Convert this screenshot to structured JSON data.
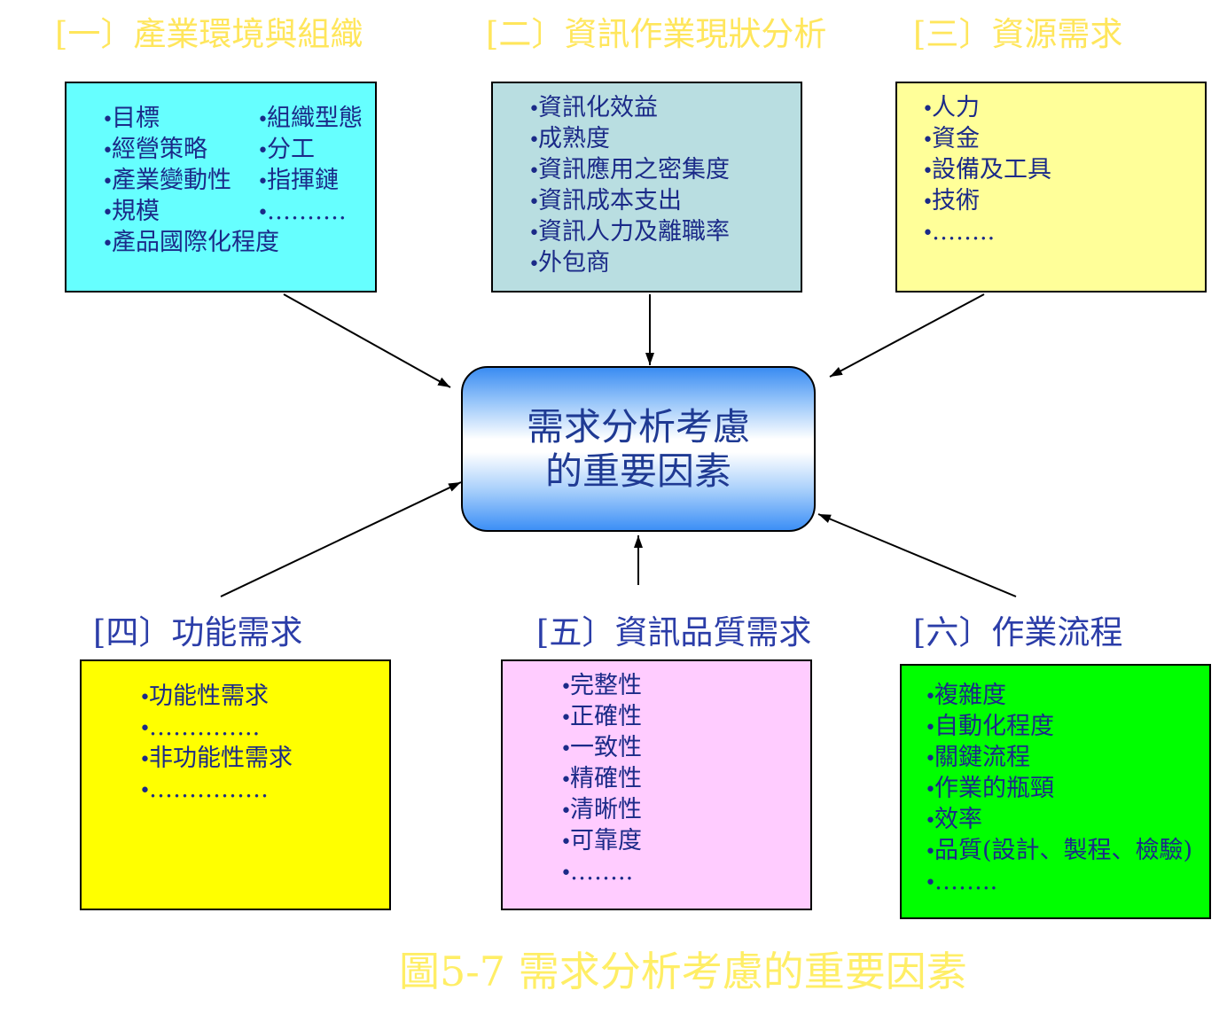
{
  "diagram": {
    "center": {
      "lines": [
        "需求分析考慮",
        "的重要因素"
      ]
    },
    "caption": "圖5-7 需求分析考慮的重要因素",
    "categories": [
      {
        "heading": "[一〕產業環境與組織",
        "fill": "#66FFFF",
        "columns": [
          [
            "目標",
            "經營策略",
            "產業變動性",
            "規模",
            "產品國際化程度"
          ],
          [
            "組織型態",
            "分工",
            "指揮鏈",
            "………."
          ]
        ]
      },
      {
        "heading": "[二〕資訊作業現狀分析",
        "fill": "#B9DEE1",
        "columns": [
          [
            "資訊化效益",
            "成熟度",
            "資訊應用之密集度",
            "資訊成本支出",
            "資訊人力及離職率",
            "外包商"
          ]
        ]
      },
      {
        "heading": "[三〕資源需求",
        "fill": "#FFFF99",
        "columns": [
          [
            "人力",
            "資金",
            "設備及工具",
            "技術",
            "…….."
          ]
        ]
      },
      {
        "heading": "[四〕功能需求",
        "fill": "#FFFF00",
        "columns": [
          [
            "功能性需求",
            "…………..",
            "非功能性需求",
            "……………"
          ]
        ]
      },
      {
        "heading": "[五〕資訊品質需求",
        "fill": "#FFCCFF",
        "columns": [
          [
            "完整性",
            "正確性",
            "一致性",
            "精確性",
            "清晰性",
            "可靠度",
            "…….."
          ]
        ]
      },
      {
        "heading": "[六〕作業流程",
        "fill": "#00FF00",
        "columns": [
          [
            "複雜度",
            "自動化程度",
            "關鍵流程",
            "作業的瓶頸",
            "效率",
            "品質(設計、製程、檢驗)",
            "…….."
          ]
        ]
      }
    ]
  },
  "colors": {
    "top_heading": "#FFE65C",
    "bottom_heading": "#2B3DA8",
    "item_text": "#1B2A88",
    "center_text": "#1F3A93",
    "center_gradient": "#3A8CF2",
    "caption": "#FFEE66"
  }
}
